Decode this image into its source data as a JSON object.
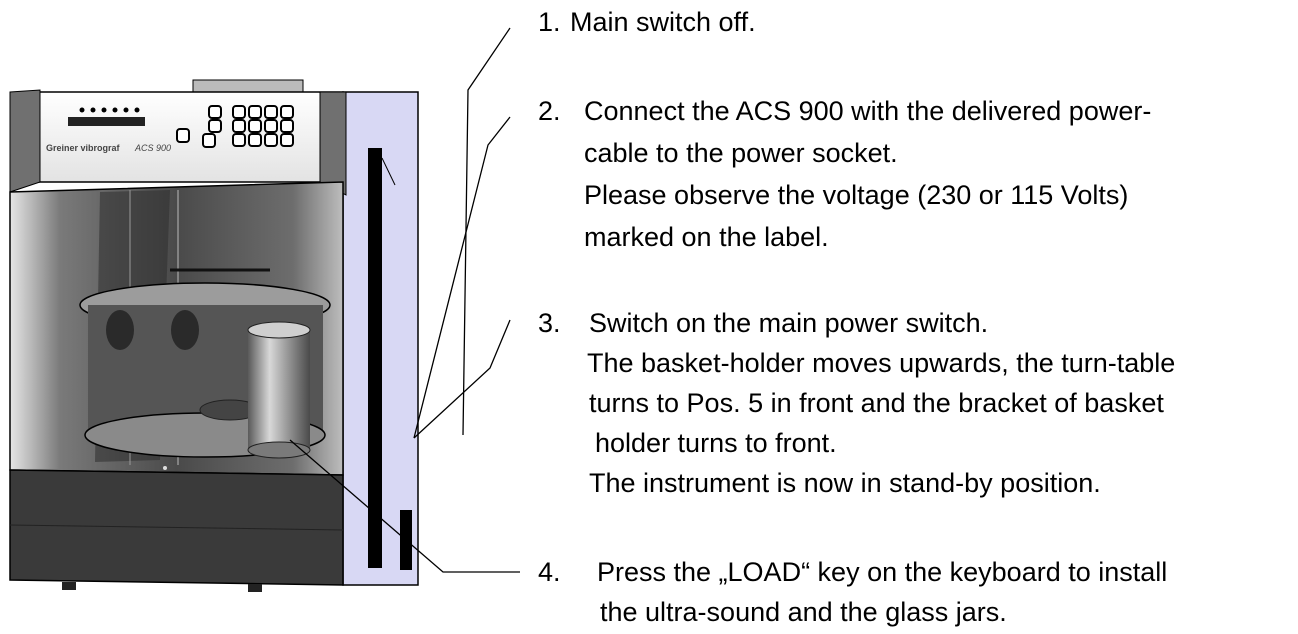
{
  "device": {
    "brand_label": "Greiner vibrograf",
    "model_label": "ACS 900"
  },
  "steps": [
    {
      "number": "1.",
      "lines": [
        "Main switch off."
      ]
    },
    {
      "number": "2.",
      "lines": [
        "Connect the ACS 900 with the delivered power-",
        "cable to the power socket.",
        "Please observe the voltage (230 or 115 Volts)",
        "marked on the label."
      ]
    },
    {
      "number": "3.",
      "lines": [
        "Switch on the main power switch.",
        "The basket-holder moves upwards, the turn-table",
        "turns to Pos. 5 in front and the bracket of basket",
        "holder turns to front.",
        "The instrument is now in stand-by position."
      ]
    },
    {
      "number": "4.",
      "lines": [
        "Press the „LOAD“ key on the keyboard to install",
        "the ultra-sound and the glass jars."
      ]
    }
  ]
}
